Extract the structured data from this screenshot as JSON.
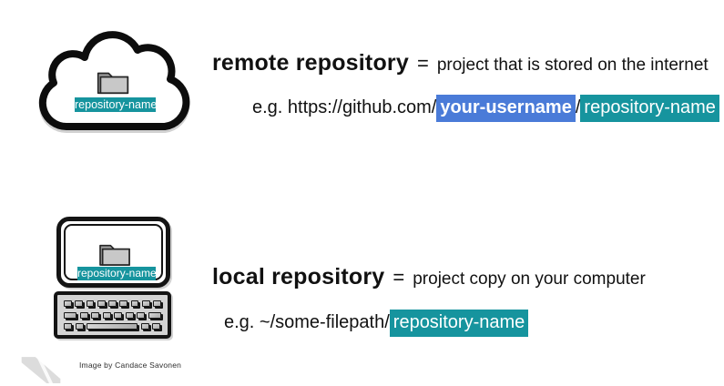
{
  "remote": {
    "term": "remote repository",
    "equals": "=",
    "definition": "project that is stored on the internet",
    "example_prefix": "e.g. https://github.com/",
    "example_username": "your-username",
    "example_slash": "/",
    "example_repo": "repository-name"
  },
  "local": {
    "term": "local repository",
    "equals": "=",
    "definition": "project copy on your computer",
    "example_prefix": "e.g. ~/some-filepath/",
    "example_repo": "repository-name"
  },
  "cloud": {
    "label": "repository-name"
  },
  "computer": {
    "label": "repository-name"
  },
  "attribution": "Image by Candace Savonen",
  "icons": [
    "cloud-icon",
    "folder-icon",
    "computer-icon",
    "keyboard-icon",
    "logo-ribbon-icon"
  ],
  "colors": {
    "highlight_teal": "#16949e",
    "highlight_blue": "#4a7bd8",
    "outline_black": "#141414",
    "folder_gray": "#c8c8c8",
    "folder_back_gray": "#9b9b9b",
    "keyboard_gray": "#d4d4d4",
    "logo_gray": "#dcdcdc",
    "text_black": "#111111"
  }
}
